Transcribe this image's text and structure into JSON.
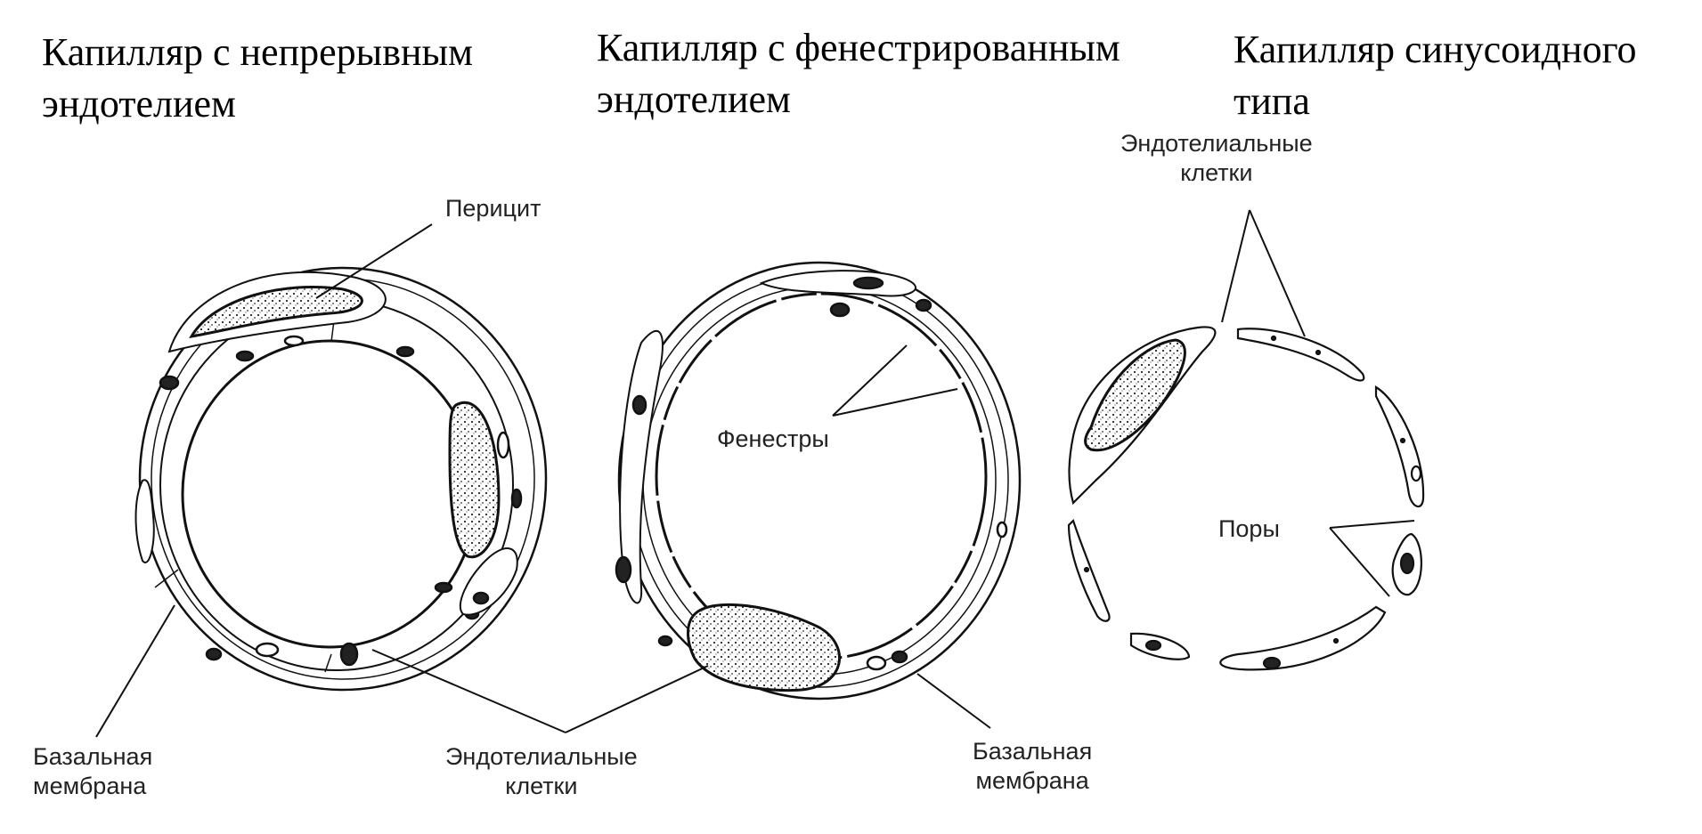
{
  "titles": {
    "continuous": [
      "Капилляр с непрерывным",
      "эндотелием"
    ],
    "fenestrated": [
      "Капилляр с фенестрированным",
      "эндотелием"
    ],
    "sinusoid": [
      "Капилляр синусоидного",
      "типа"
    ]
  },
  "labels": {
    "pericyte": "Перицит",
    "fenestrae": "Фенестры",
    "pores": "Поры",
    "basal_membrane_left": [
      "Базальная",
      "мембрана"
    ],
    "endothelial_center": [
      "Эндотелиальные",
      "клетки"
    ],
    "basal_membrane_right": [
      "Базальная",
      "мембрана"
    ],
    "endothelial_top_right": [
      "Эндотелиальные",
      "клетки"
    ]
  }
}
